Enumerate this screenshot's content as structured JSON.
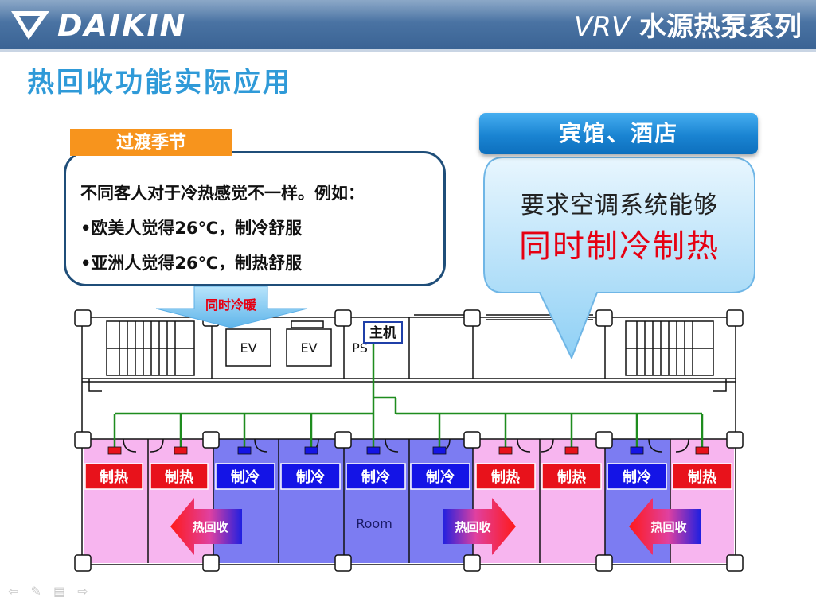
{
  "header": {
    "brand": "DAIKIN",
    "series_prefix": "VRV",
    "series_suffix": " 水源热泵系列"
  },
  "page": {
    "title": "热回收功能实际应用"
  },
  "left_panel": {
    "tag": "过渡季节",
    "lines": [
      "不同客人对于冷热感觉不一样。例如：",
      "•欧美人觉得26℃，制冷舒服",
      "•亚洲人觉得26℃，制热舒服"
    ],
    "arrow_label": "同时冷暖"
  },
  "right_panel": {
    "tag": "宾馆、酒店",
    "line1": "要求空调系统能够",
    "line2": "同时制冷制热"
  },
  "floorplan": {
    "ev_labels": [
      "EV",
      "EV"
    ],
    "ps_label": "PS",
    "main_unit": "主机",
    "room_label": "Room",
    "rooms": [
      {
        "mode": "制热",
        "color": "#e8121b"
      },
      {
        "mode": "制热",
        "color": "#e8121b"
      },
      {
        "mode": "制冷",
        "color": "#1414e6"
      },
      {
        "mode": "制冷",
        "color": "#1414e6"
      },
      {
        "mode": "制冷",
        "color": "#1414e6"
      },
      {
        "mode": "制冷",
        "color": "#1414e6"
      },
      {
        "mode": "制热",
        "color": "#e8121b"
      },
      {
        "mode": "制热",
        "color": "#e8121b"
      },
      {
        "mode": "制冷",
        "color": "#1414e6"
      },
      {
        "mode": "制热",
        "color": "#e8121b"
      }
    ],
    "heat_recovery_label": "热回收",
    "colors": {
      "heating_room": "#f7b5ef",
      "cooling_room": "#7c7cf2",
      "pipe": "#1e8c1e"
    }
  },
  "nav": {
    "icons": [
      "prev-icon",
      "pen-icon",
      "menu-icon",
      "next-icon"
    ]
  }
}
